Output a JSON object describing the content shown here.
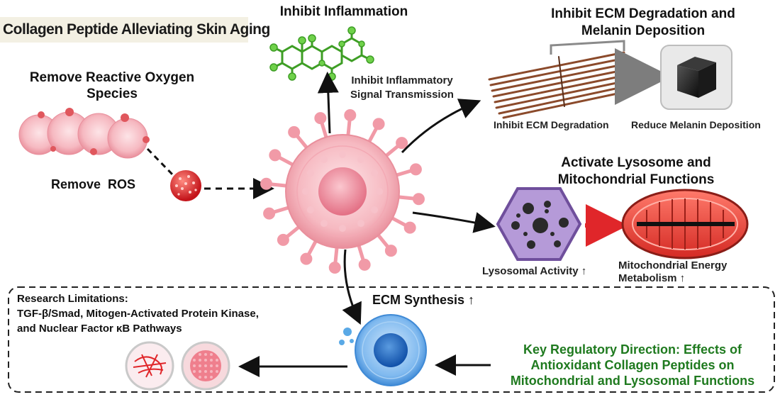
{
  "title": "Collagen Peptide Alleviating Skin Aging",
  "ros": {
    "heading": "Remove Reactive Oxygen Species",
    "label": "Remove  ROS"
  },
  "inflammation": {
    "heading": "Inhibit Inflammation",
    "signal": "Inhibit Inflammatory Signal Transmission"
  },
  "ecm_degradation": {
    "heading": "Inhibit ECM Degradation and Melanin Deposition",
    "label_left": "Inhibit ECM Degradation",
    "label_right": "Reduce Melanin Deposition"
  },
  "lysosome": {
    "heading": "Activate Lysosome and Mitochondrial Functions",
    "lysosomal_activity": "Lysosomal Activity ↑",
    "mito_energy": "Mitochondrial Energy Metabolism ↑"
  },
  "ecm_synthesis": "ECM Synthesis ↑",
  "limitations": {
    "heading": "Research Limitations:",
    "pathways_line1": "TGF-β/Smad, Mitogen-Activated Protein Kinase,",
    "pathways_line2": "and Nuclear Factor κB Pathways"
  },
  "key_direction": "Key Regulatory Direction: Effects of Antioxidant Collagen Peptides on Mitochondrial and Lysosomal Functions",
  "colors": {
    "cell_pink": "#f4a7b1",
    "ros_red": "#e0262a",
    "molecule_green": "#4fbf2f",
    "collagen_brown": "#8b4a2b",
    "lysosome_purple": "#9b7bc4",
    "mito_red": "#e8433d",
    "stem_blue": "#5aa9e6",
    "key_green": "#1f7a1f"
  }
}
